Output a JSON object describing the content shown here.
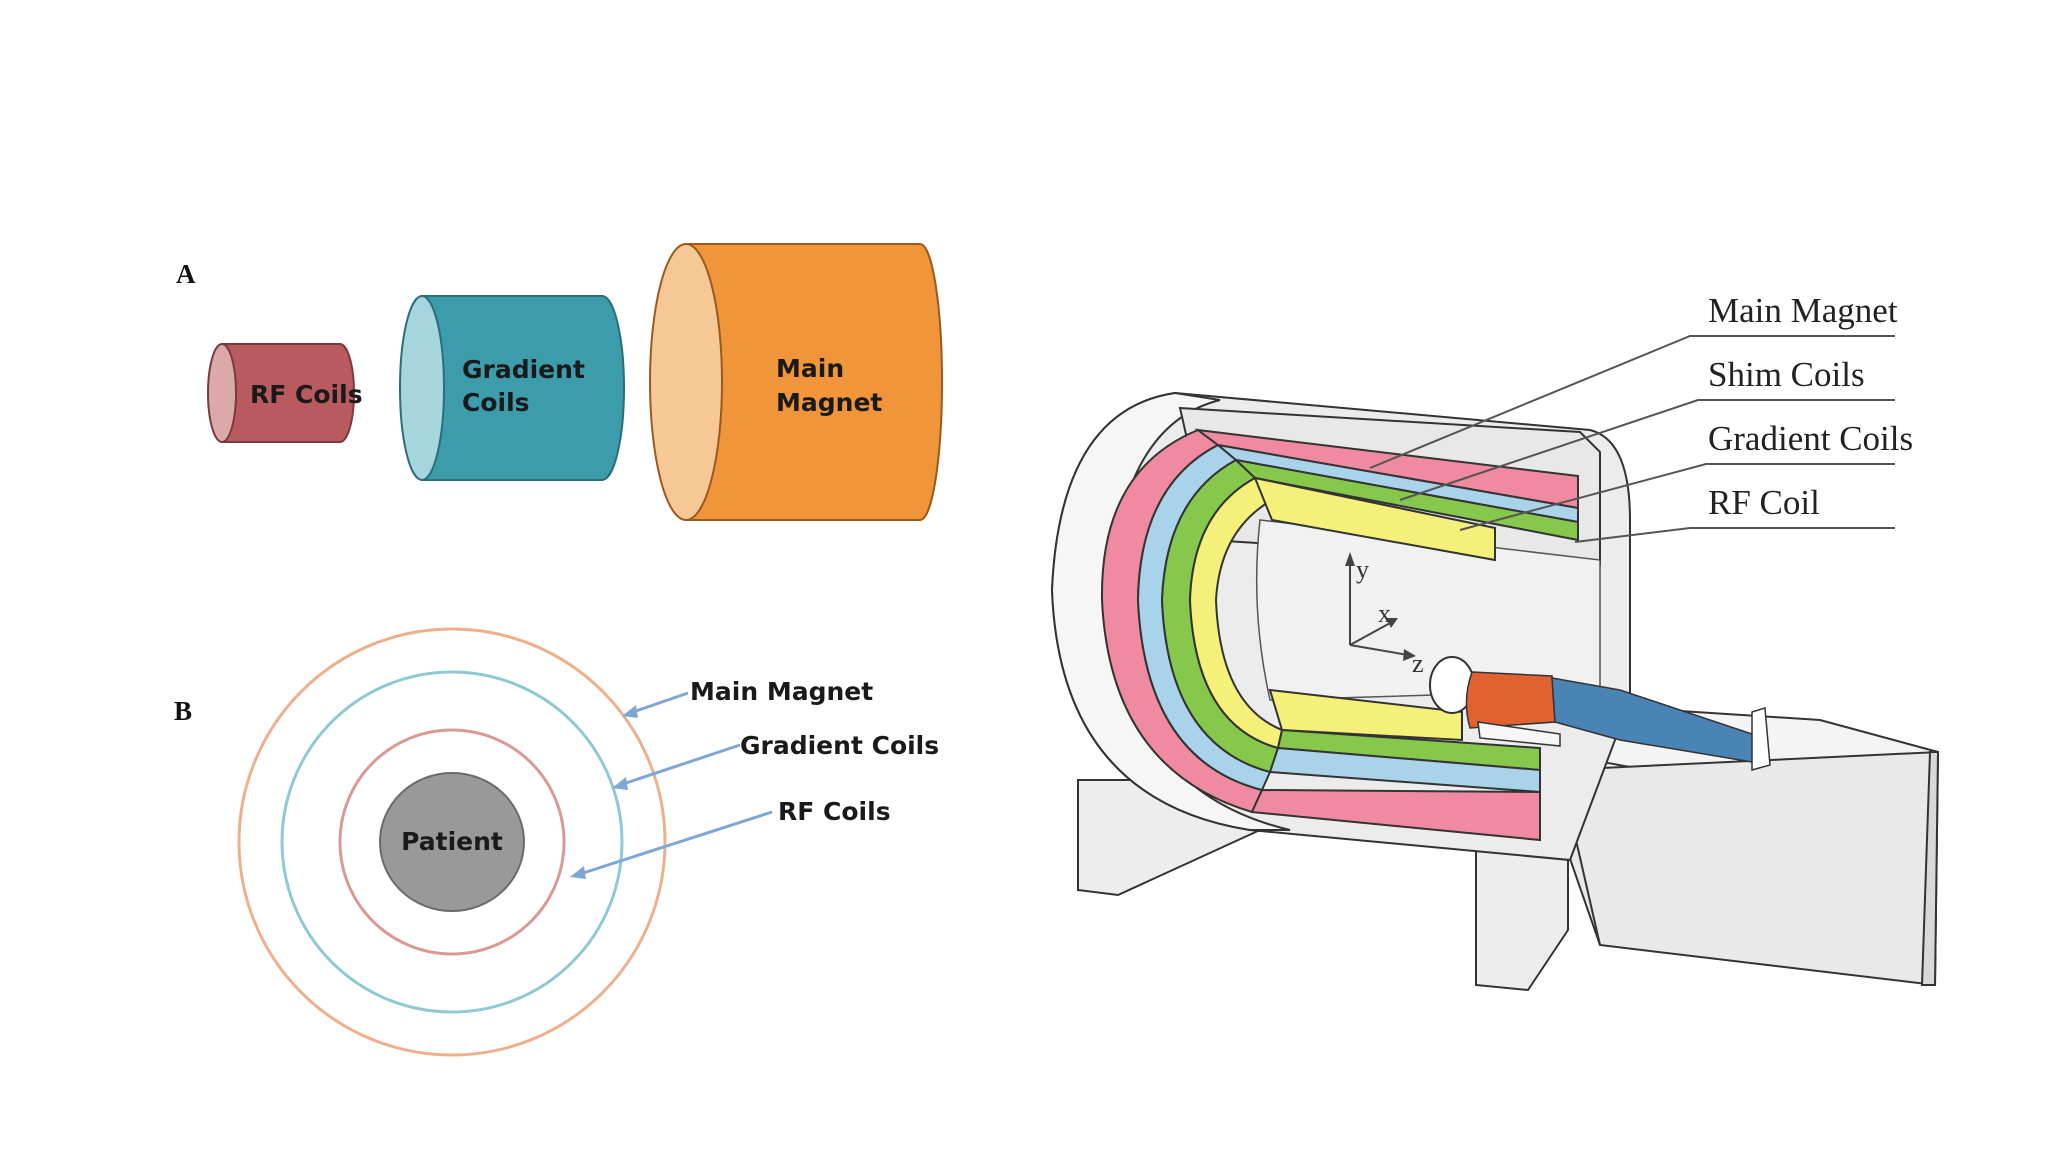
{
  "panel_a": {
    "letter": "A",
    "cylinders": [
      {
        "lines": [
          "RF Coils"
        ]
      },
      {
        "lines": [
          "Gradient",
          "Coils"
        ]
      },
      {
        "lines": [
          "Main",
          "Magnet"
        ]
      }
    ]
  },
  "panel_b": {
    "letter": "B",
    "center_label": "Patient",
    "labels": [
      "Main Magnet",
      "Gradient Coils",
      "RF Coils"
    ]
  },
  "scanner": {
    "labels": [
      "Main Magnet",
      "Shim Coils",
      "Gradient Coils",
      "RF Coil"
    ],
    "axes": [
      "y",
      "x",
      "z"
    ]
  },
  "colors": {
    "rf_coils_body": "#b95a5f",
    "rf_coils_face": "#dca9ab",
    "gradient_body": "#3c9cab",
    "gradient_face": "#a7d5dd",
    "magnet_body": "#f0953a",
    "magnet_face": "#f6c896",
    "ring_magnet": "#eeb08c",
    "ring_gradient": "#8fc9d3",
    "ring_rf": "#d99a94",
    "patient_fill": "#999999",
    "arrow": "#7fa6d6",
    "layer_magnet": "#ef8aa0",
    "layer_shim": "#a9d3ea",
    "layer_gradient": "#86c84b",
    "layer_rf": "#f4f07a",
    "shirt": "#e2622f",
    "pants": "#4a84b5"
  }
}
